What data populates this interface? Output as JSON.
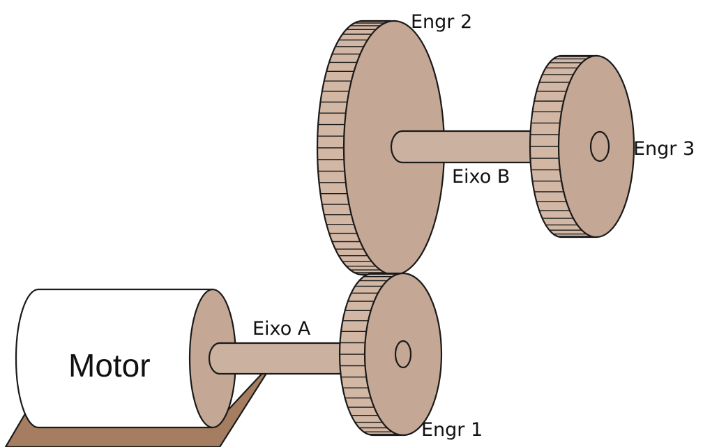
{
  "labels": {
    "motor": "Motor",
    "shaft_a": "Eixo A",
    "shaft_b": "Eixo B",
    "gear_1": "Engr 1",
    "gear_2": "Engr 2",
    "gear_3": "Engr 3"
  },
  "colors": {
    "gear_face": "#c4a794",
    "gear_side": "#d2b7a5",
    "shaft": "#cbb2a0",
    "base": "#a57e62",
    "motor_body": "#ffffff",
    "outline": "#1a1a1a"
  }
}
